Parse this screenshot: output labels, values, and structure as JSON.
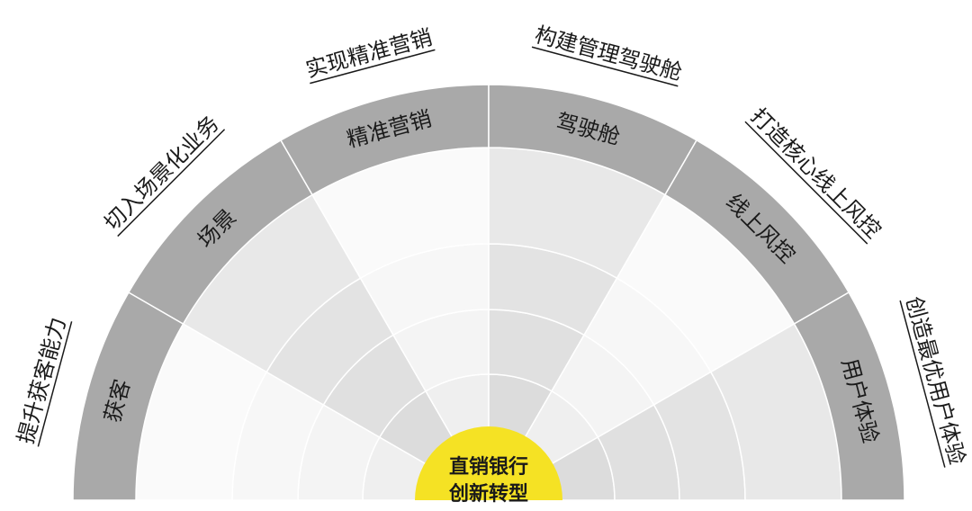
{
  "center": {
    "line1": "直销银行",
    "line2": "创新转型",
    "color": "#F5E224"
  },
  "sectors": [
    {
      "label": "获客",
      "outer_label": "提升获客能力",
      "theme": "light"
    },
    {
      "label": "场景",
      "outer_label": "切入场景化业务",
      "theme": "mid"
    },
    {
      "label": "精准营销",
      "outer_label": "实现精准营销",
      "theme": "light"
    },
    {
      "label": "驾驶舱",
      "outer_label": "构建管理驾驶舱",
      "theme": "mid"
    },
    {
      "label": "线上风控",
      "outer_label": "打造核心线上风控",
      "theme": "light"
    },
    {
      "label": "用户体验",
      "outer_label": "创造最优用户体验",
      "theme": "mid"
    }
  ],
  "colors": {
    "outer_band": "#A9A9A9",
    "light_palette": [
      "#EFEFEF",
      "#F4F4F4",
      "#F7F7F7",
      "#FAFAFA"
    ],
    "mid_palette": [
      "#DCDCDC",
      "#E0E0E0",
      "#E3E3E3",
      "#E8E8E8"
    ],
    "stroke": "#FFFFFF",
    "label_text": "#1A1A1A"
  }
}
